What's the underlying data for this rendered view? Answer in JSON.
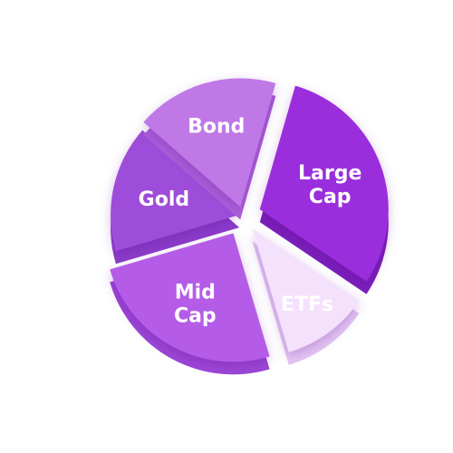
{
  "chart_data": {
    "type": "pie",
    "title": "",
    "legend": "none",
    "slices": [
      {
        "label": "Large Cap",
        "label_lines": [
          "Large",
          "Cap"
        ],
        "value": 30,
        "color": "#9a2fdc",
        "side_color": "#7a1fba",
        "explode": 20
      },
      {
        "label": "ETFs",
        "label_lines": [
          "ETFs"
        ],
        "value": 11,
        "color": "#f4e1fb",
        "side_color": "#e2c5f3",
        "explode": 18
      },
      {
        "label": "Mid Cap",
        "label_lines": [
          "Mid",
          "Cap"
        ],
        "value": 25,
        "color": "#b45ce8",
        "side_color": "#9b46d6",
        "explode": 22
      },
      {
        "label": "Gold",
        "label_lines": [
          "Gold"
        ],
        "value": 16,
        "color": "#9d4ed9",
        "side_color": "#8a3cc9",
        "explode": 4
      },
      {
        "label": "Bond",
        "label_lines": [
          "Bond"
        ],
        "value": 18,
        "color": "#c078e6",
        "side_color": "#a95fd8",
        "explode": 10
      }
    ]
  }
}
